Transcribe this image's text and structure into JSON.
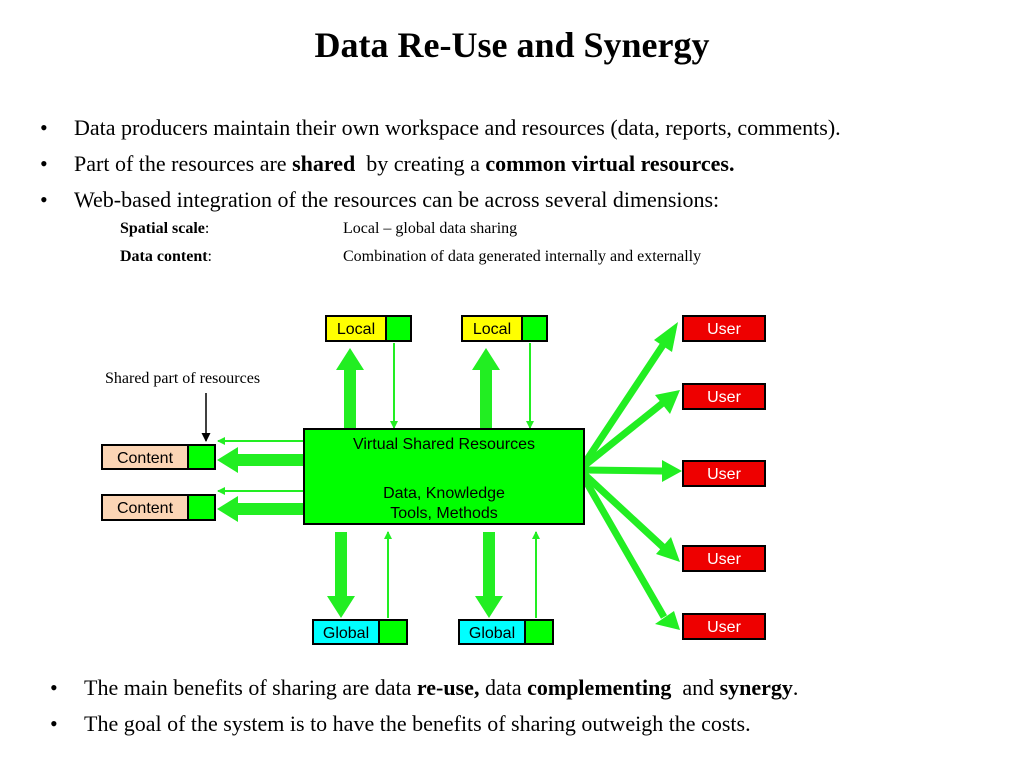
{
  "title": "Data Re-Use and Synergy",
  "bullets": [
    {
      "parts": [
        {
          "t": "Data producers maintain their own workspace and resources (data, reports, comments).",
          "b": false
        }
      ]
    },
    {
      "parts": [
        {
          "t": "Part of the resources are ",
          "b": false
        },
        {
          "t": "shared",
          "b": true
        },
        {
          "t": "  by creating a ",
          "b": false
        },
        {
          "t": "common virtual resources.",
          "b": true
        }
      ]
    },
    {
      "parts": [
        {
          "t": "Web-based integration of the resources can be across several dimensions:",
          "b": false
        }
      ]
    }
  ],
  "dimensions": [
    {
      "label": "Spatial scale",
      "colon": ":",
      "value": "Local – global data sharing"
    },
    {
      "label": "Data content",
      "colon": ":",
      "value": "Combination of data generated internally and  externally"
    }
  ],
  "diagram": {
    "center": {
      "title": "Virtual Shared Resources",
      "line1": "Data, Knowledge",
      "line2": "Tools, Methods"
    },
    "local_label": "Local",
    "global_label": "Global",
    "content_label": "Content",
    "user_label": "User",
    "annotation": "Shared part of resources",
    "colors": {
      "green": "#00ff00",
      "arrow_green": "#22ee22",
      "yellow": "#ffff00",
      "red": "#ee0000",
      "cyan": "#00ffff",
      "peach": "#fbd5b5"
    }
  },
  "bottom_bullets": [
    {
      "parts": [
        {
          "t": "The main benefits of sharing are data ",
          "b": false
        },
        {
          "t": "re-use,",
          "b": true
        },
        {
          "t": " data ",
          "b": false
        },
        {
          "t": "complementing",
          "b": true
        },
        {
          "t": "  and ",
          "b": false
        },
        {
          "t": "synergy",
          "b": true
        },
        {
          "t": ".",
          "b": false
        }
      ]
    },
    {
      "parts": [
        {
          "t": "The goal of the system is to have the benefits of sharing outweigh the costs.",
          "b": false
        }
      ]
    }
  ]
}
